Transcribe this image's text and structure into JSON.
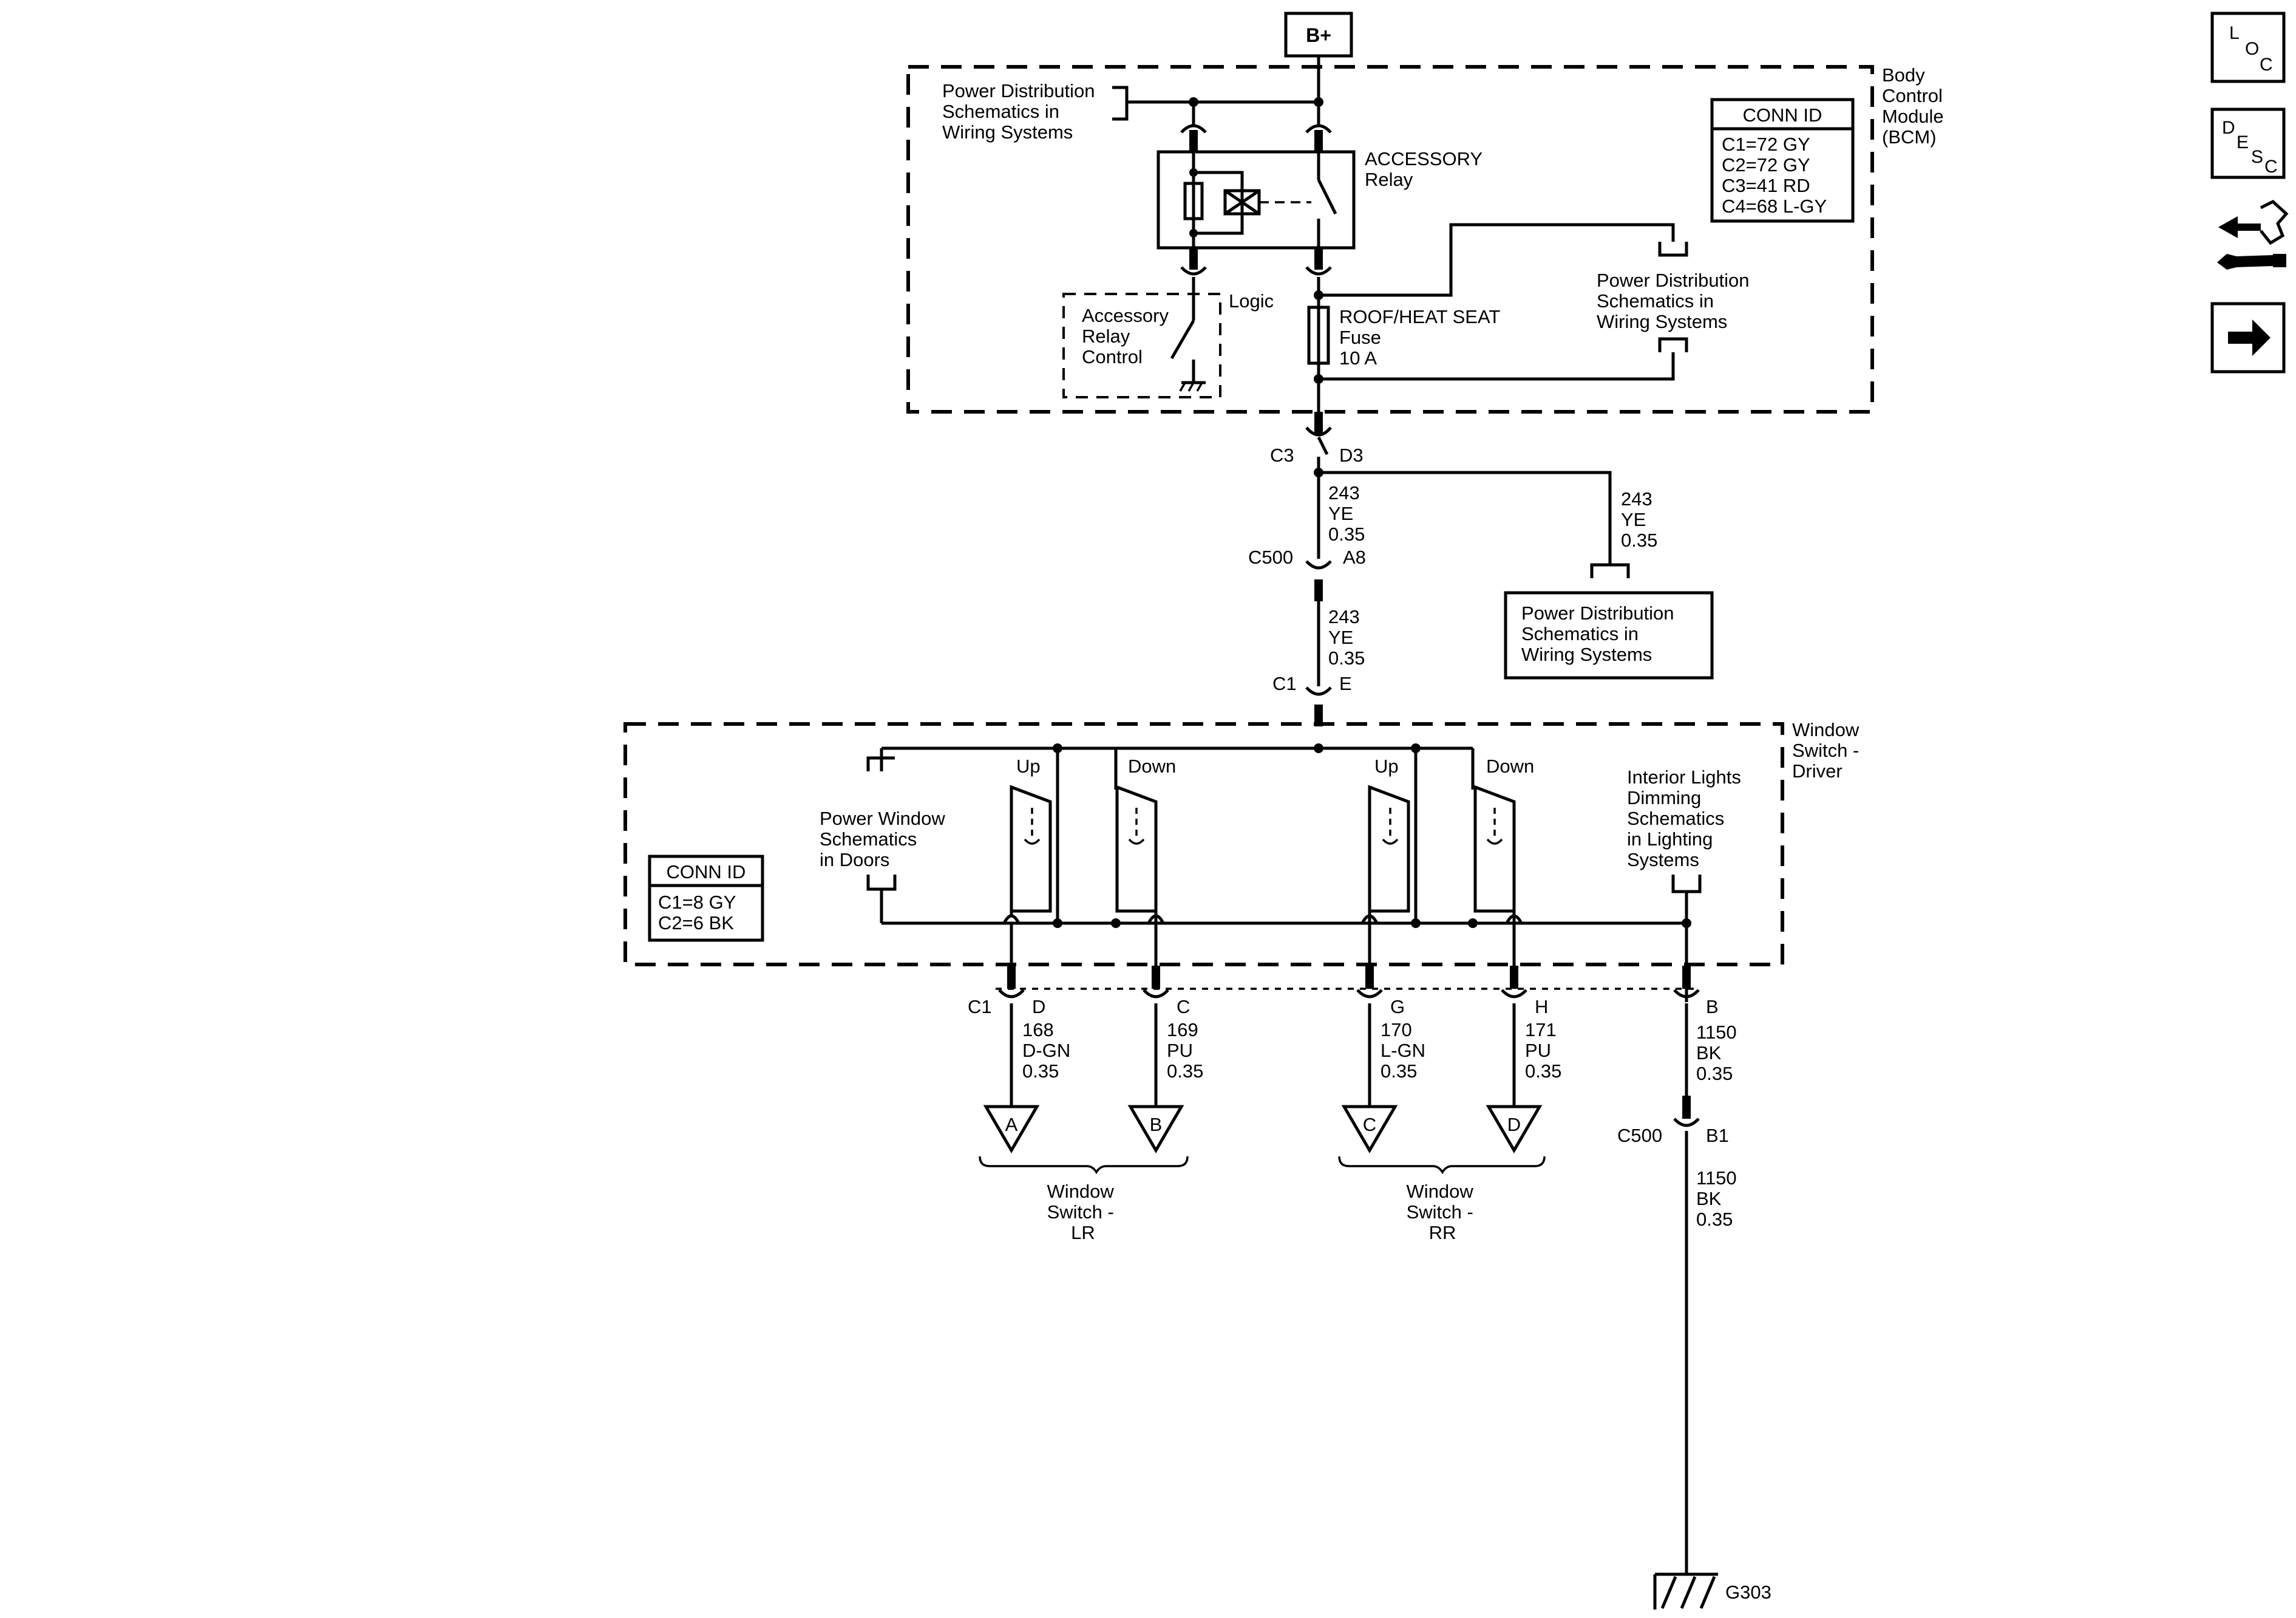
{
  "supply": {
    "label": "B+"
  },
  "bcm": {
    "module_lines": [
      "Body",
      "Control",
      "Module",
      "(BCM)"
    ],
    "conn_id": {
      "title": "CONN ID",
      "rows": [
        "C1=72 GY",
        "C2=72 GY",
        "C3=41 RD",
        "C4=68 L-GY"
      ]
    },
    "power_dist_top": [
      "Power Distribution",
      "Schematics in",
      "Wiring Systems"
    ],
    "power_dist_right": [
      "Power Distribution",
      "Schematics in",
      "Wiring Systems"
    ],
    "relay_label": [
      "ACCESSORY",
      "Relay"
    ],
    "logic_label": "Logic",
    "relay_control": [
      "Accessory",
      "Relay",
      "Control"
    ],
    "fuse_label": [
      "ROOF/HEAT SEAT",
      "Fuse",
      "10 A"
    ]
  },
  "connectors": {
    "c3": "C3",
    "d3": "D3",
    "c500_top": "C500",
    "a8": "A8",
    "c1_top": "C1",
    "e": "E",
    "c1_bottom": "C1",
    "c500_bottom": "C500",
    "b1": "B1",
    "pins": [
      "D",
      "C",
      "G",
      "H",
      "B"
    ]
  },
  "wires": {
    "w243_a": [
      "243",
      "YE",
      "0.35"
    ],
    "w243_b": [
      "243",
      "YE",
      "0.35"
    ],
    "w243_c": [
      "243",
      "YE",
      "0.35"
    ],
    "w168": [
      "168",
      "D-GN",
      "0.35"
    ],
    "w169": [
      "169",
      "PU",
      "0.35"
    ],
    "w170": [
      "170",
      "L-GN",
      "0.35"
    ],
    "w171": [
      "171",
      "PU",
      "0.35"
    ],
    "w1150_a": [
      "1150",
      "BK",
      "0.35"
    ],
    "w1150_b": [
      "1150",
      "BK",
      "0.35"
    ]
  },
  "power_dist_side": [
    "Power Distribution",
    "Schematics in",
    "Wiring Systems"
  ],
  "window_switch": {
    "module_lines": [
      "Window",
      "Switch -",
      "Driver"
    ],
    "conn_id": {
      "title": "CONN ID",
      "rows": [
        "C1=8 GY",
        "C2=6 BK"
      ]
    },
    "power_window": [
      "Power Window",
      "Schematics",
      "in Doors"
    ],
    "interior_lights": [
      "Interior Lights",
      "Dimming",
      "Schematics",
      "in Lighting",
      "Systems"
    ],
    "up": "Up",
    "down": "Down"
  },
  "offpage": [
    "A",
    "B",
    "C",
    "D"
  ],
  "destinations": {
    "lr": [
      "Window",
      "Switch -",
      "LR"
    ],
    "rr": [
      "Window",
      "Switch -",
      "RR"
    ]
  },
  "ground": "G303",
  "nav": {
    "loc": [
      "L",
      "O",
      "C"
    ],
    "desc": [
      "D",
      "E",
      "S",
      "C"
    ],
    "icons": [
      "connector-tools-icon",
      "next-arrow-icon"
    ]
  }
}
